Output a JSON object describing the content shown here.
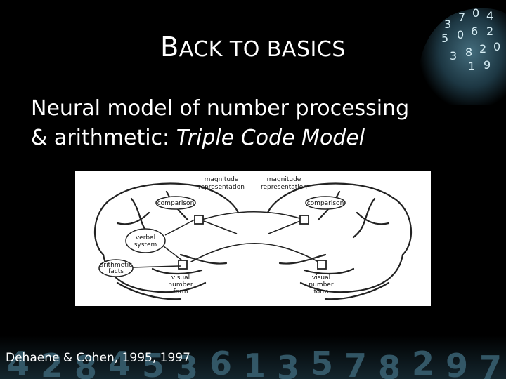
{
  "slide": {
    "title_first": "B",
    "title_rest": "ACK TO BASICS",
    "body_line1": "Neural model of number processing",
    "body_line2_prefix": "& arithmetic: ",
    "body_line2_italic": "Triple Code Model",
    "citation": "Dehaene & Cohen, 1995, 1997"
  },
  "figure": {
    "left_labels": {
      "comparison": "comparison",
      "magnitude_line1": "magnitude",
      "magnitude_line2": "representation",
      "verbal_line1": "verbal",
      "verbal_line2": "system",
      "arithmetic_line1": "arithmetic",
      "arithmetic_line2": "facts",
      "visual_line1": "visual",
      "visual_line2": "number",
      "visual_line3": "form"
    },
    "right_labels": {
      "comparison": "comparison",
      "magnitude_line1": "magnitude",
      "magnitude_line2": "representation",
      "visual_line1": "visual",
      "visual_line2": "number",
      "visual_line3": "form"
    }
  },
  "decoration": {
    "head_digits": [
      "3",
      "7",
      "0",
      "4",
      "5",
      "0",
      "6",
      "2",
      "3",
      "8",
      "2",
      "0",
      "1",
      "9"
    ],
    "bottom_digits": [
      "4",
      "2",
      "8",
      "4",
      "5",
      "3",
      "6",
      "1",
      "3",
      "5",
      "7",
      "8",
      "2",
      "9",
      "7"
    ]
  }
}
